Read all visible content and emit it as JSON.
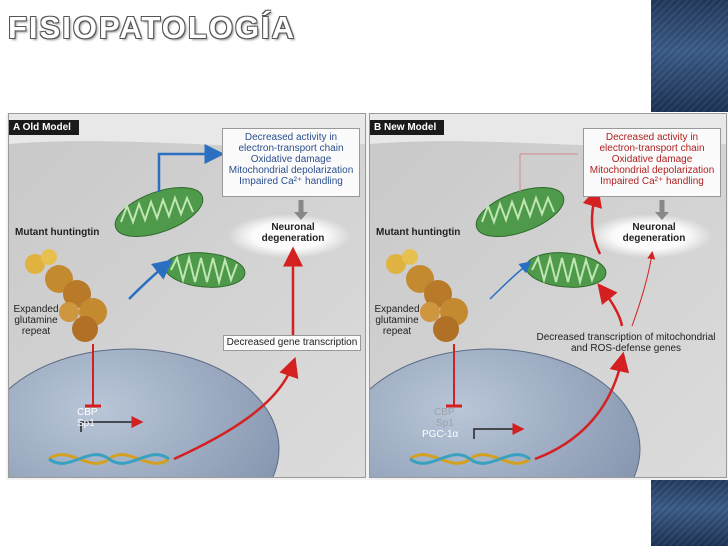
{
  "slide": {
    "title": "FISIOPATOLOGÍA"
  },
  "panel_a": {
    "tag": "A  Old Model",
    "effects": [
      "Decreased activity in",
      "electron-transport chain",
      "Oxidative damage",
      "Mitochondrial depolarization",
      "Impaired Ca²⁺ handling"
    ],
    "outcome": [
      "Neuronal",
      "degeneration"
    ],
    "protein_label": "Mutant huntingtin",
    "repeat_label": [
      "Expanded",
      "glutamine",
      "repeat"
    ],
    "transcription_box": "Decreased gene transcription",
    "factors": [
      "CBP",
      "Sp1"
    ]
  },
  "panel_b": {
    "tag": "B  New Model",
    "effects": [
      "Decreased activity in",
      "electron-transport chain",
      "Oxidative damage",
      "Mitochondrial depolarization",
      "Impaired Ca²⁺ handling"
    ],
    "outcome": [
      "Neuronal",
      "degeneration"
    ],
    "protein_label": "Mutant huntingtin",
    "repeat_label": [
      "Expanded",
      "glutamine",
      "repeat"
    ],
    "transcription_text": [
      "Decreased transcription of mitochondrial",
      "and ROS-defense genes"
    ],
    "factors": [
      "CBP",
      "Sp1",
      "PGC-1α"
    ]
  },
  "colors": {
    "deco_blue": "#2b4670",
    "effects_text_a": "#2a4f8e",
    "effects_text_b": "#b02020",
    "arrow_red": "#d42020",
    "arrow_blue": "#2a6fc0",
    "mitochondria": "#4f9a4a"
  }
}
